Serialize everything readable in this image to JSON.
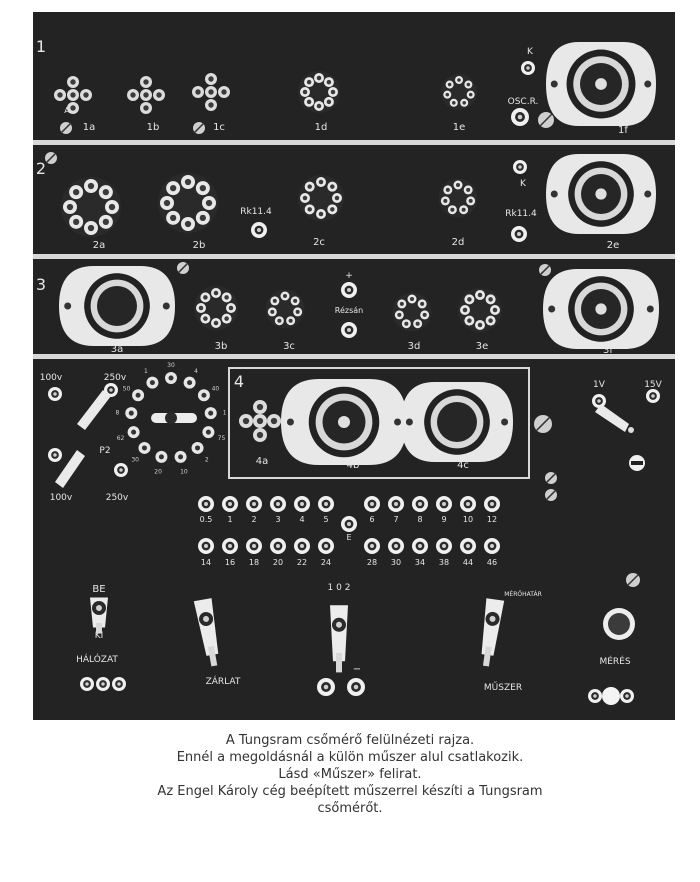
{
  "rows": {
    "row1": {
      "number": "1",
      "labels": {
        "s1a": "1a",
        "s1b": "1b",
        "s1c": "1c",
        "s1d": "1d",
        "s1e": "1e",
        "s1f": "1f"
      },
      "k": "K",
      "osc": "OSC.R.",
      "a": "A"
    },
    "row2": {
      "number": "2",
      "labels": {
        "s2a": "2a",
        "s2b": "2b",
        "s2c": "2c",
        "s2d": "2d",
        "s2e": "2e"
      },
      "k": "K",
      "rk_left": "Rk11.4",
      "rk_right": "Rk11.4"
    },
    "row3": {
      "number": "3",
      "labels": {
        "s3a": "3a",
        "s3b": "3b",
        "s3c": "3c",
        "s3d": "3d",
        "s3e": "3e",
        "s3f": "3f"
      },
      "rezsan": "Rézsán",
      "plus": "+"
    },
    "row4": {
      "number": "4",
      "labels": {
        "s4a": "4a",
        "s4b": "4b",
        "s4c": "4c"
      },
      "v100_top": "100v",
      "v250_top": "250v",
      "v100_bottom": "100v",
      "v250_bottom": "250v",
      "p2": "P2",
      "v1": "1V",
      "v15": "15V",
      "ring_labels": [
        "30",
        "4",
        "40",
        "1",
        "75",
        "2",
        "10",
        "20",
        "30",
        "62",
        "8",
        "50",
        "1"
      ]
    }
  },
  "terminals": {
    "top_labels": [
      "0.5",
      "1",
      "2",
      "3",
      "4",
      "5",
      "6",
      "7",
      "8",
      "9",
      "10",
      "12"
    ],
    "bottom_labels": [
      "14",
      "16",
      "18",
      "20",
      "22",
      "24",
      "28",
      "30",
      "34",
      "38",
      "44",
      "46"
    ],
    "e_label": "E"
  },
  "controls": {
    "be": "BE",
    "ki": "KI",
    "halozat": "HÁLÓZAT",
    "zarlat": "ZÁRLAT",
    "meroszam": "1 0 2",
    "minus": "−",
    "muszer": "MŰSZER",
    "merohatar": "MÉRŐHATÁR",
    "meres": "MÉRÉS"
  },
  "caption": {
    "line1": "A Tungsram csőmérő felülnézeti rajza.",
    "line2": "Ennél a megoldásnál a külön műszer alul csatlakozik.",
    "line3": "Lásd «Műszer» felirat.",
    "line4": "Az Engel Károly cég beépített műszerrel készíti a Tungsram",
    "line5": "csőmérőt."
  }
}
